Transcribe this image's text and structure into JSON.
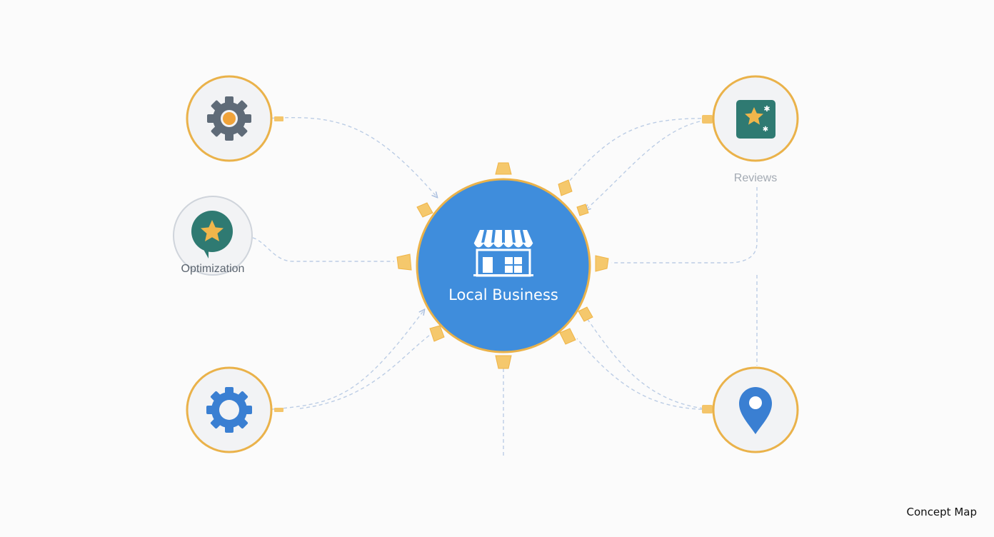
{
  "diagram": {
    "center": {
      "label": "Local Business",
      "icon": "storefront-icon"
    },
    "nodes": [
      {
        "id": "gear-top-left",
        "icon": "gear-icon",
        "label": ""
      },
      {
        "id": "optimization",
        "icon": "star-chat-bubble-icon",
        "label": "Optimization"
      },
      {
        "id": "gear-bottom-left",
        "icon": "gear-icon",
        "label": ""
      },
      {
        "id": "reviews",
        "icon": "star-review-icon",
        "label": "Reviews"
      },
      {
        "id": "location",
        "icon": "map-pin-icon",
        "label": ""
      }
    ],
    "colors": {
      "center_fill": "#3f8ddc",
      "ring": "#eab24a",
      "connector": "#b9cbe4",
      "tab": "#f4c56a",
      "gear_dark": "#5f6b78",
      "gear_blue": "#3a7fd2",
      "teal": "#2f7a72",
      "star": "#f0b64b"
    }
  },
  "footer": {
    "label": "Concept Map"
  }
}
